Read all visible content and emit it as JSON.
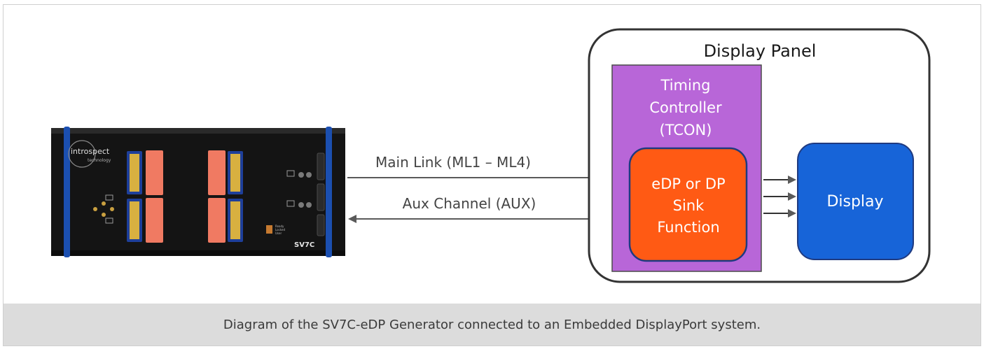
{
  "figure": {
    "panel_title": "Display Panel",
    "tcon_label": [
      "Timing",
      "Controller",
      "(TCON)"
    ],
    "sink_label": [
      "eDP or DP",
      "Sink",
      "Function"
    ],
    "display_label": "Display",
    "main_link_label": "Main Link (ML1 – ML4)",
    "aux_label": "Aux Channel (AUX)",
    "device": {
      "brand": "introspect",
      "brand_sub": "technology",
      "model": "SV7C",
      "status_text": [
        "Ready",
        "Locked",
        "User"
      ]
    },
    "colors": {
      "tcon": "#b866d8",
      "sink": "#ff5a14",
      "display": "#1764d8",
      "device_body": "#141414",
      "device_edge": "#1b4fb0",
      "connector_salmon": "#f07a62",
      "connector_gold": "#d8b040"
    }
  },
  "caption": "Diagram of the SV7C-eDP Generator connected to an Embedded DisplayPort system."
}
